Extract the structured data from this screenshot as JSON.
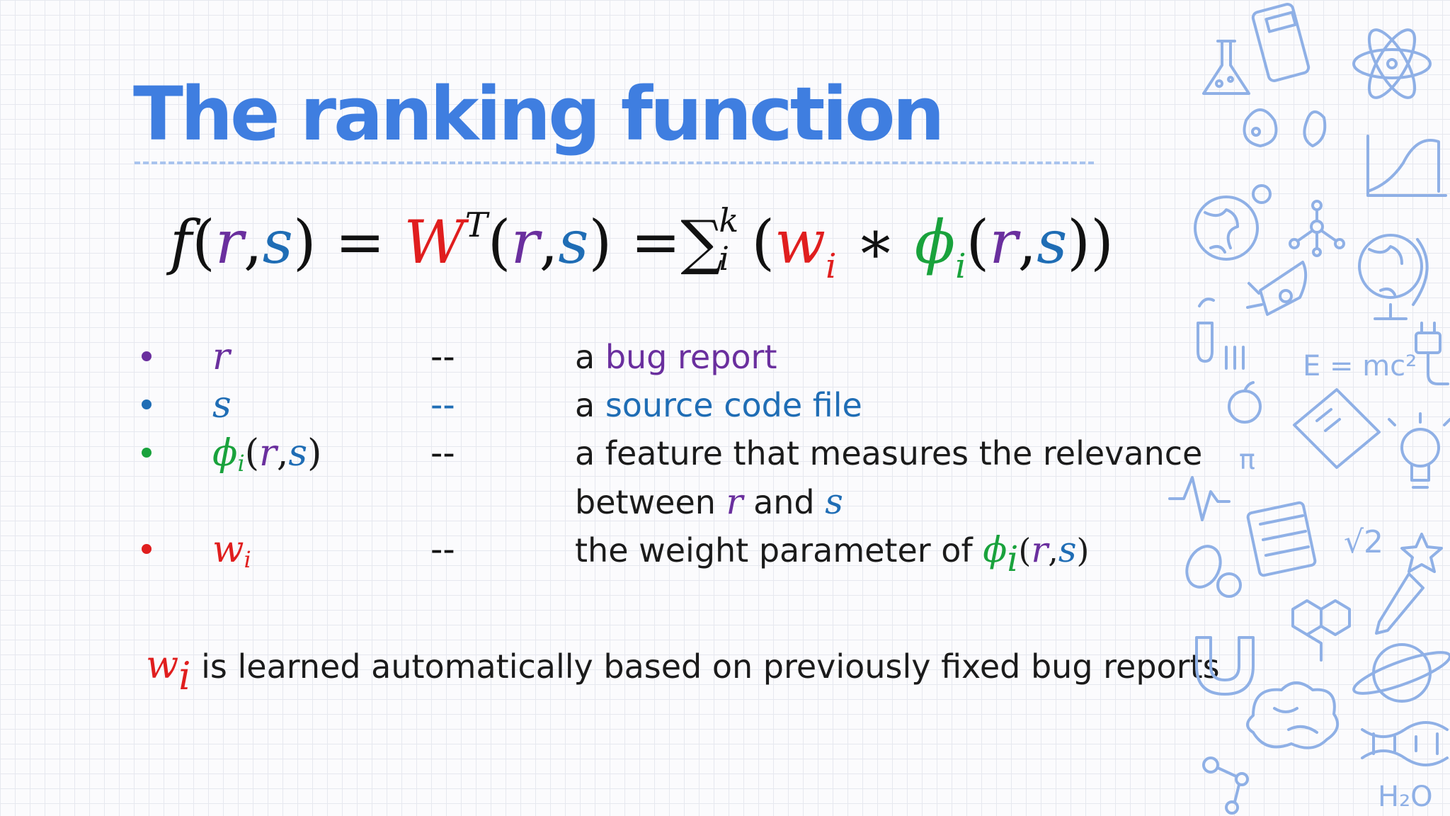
{
  "slide": {
    "title": "The ranking function"
  },
  "formula": {
    "f": "f",
    "lp": "(",
    "r": "r",
    "comma": ",",
    "s": "s",
    "rp": ")",
    "eq": " = ",
    "W": "W",
    "T": "T",
    "eq2": " =",
    "sigma": "∑",
    "k": "k",
    "i": "i",
    "lp2": "(",
    "w": "w",
    "star": " ∗ ",
    "phi": "ϕ",
    "rp2": "))"
  },
  "definitions": [
    {
      "symbol": "r",
      "dash": "--",
      "desc_prefix": "a ",
      "desc_highlight": "bug report"
    },
    {
      "symbol": "s",
      "dash": "--",
      "desc_prefix": "a ",
      "desc_highlight": "source code file"
    },
    {
      "symbol_phi": "ϕ",
      "symbol_sub": "i",
      "dash": "--",
      "desc_line1": "a feature that measures the relevance",
      "desc_line2_a": "between ",
      "desc_line2_r": "r",
      "desc_line2_b": " and ",
      "desc_line2_s": "s"
    },
    {
      "symbol_w": "w",
      "symbol_sub": "i",
      "dash": "--",
      "desc_prefix": "the weight parameter of "
    }
  ],
  "note": {
    "w": "w",
    "sub": "i",
    "text": " is learned automatically based on previously fixed bug reports"
  },
  "colors": {
    "title": "#3f7ee0",
    "r": "#6a2f9e",
    "s": "#1f6db5",
    "w": "#e01e1e",
    "phi": "#19a23c",
    "doodle": "#8fb0e6"
  },
  "doodle_text": {
    "emc2": "E = mc²",
    "sqrt2": "√2",
    "pi": "π",
    "h2o": "H₂O"
  }
}
